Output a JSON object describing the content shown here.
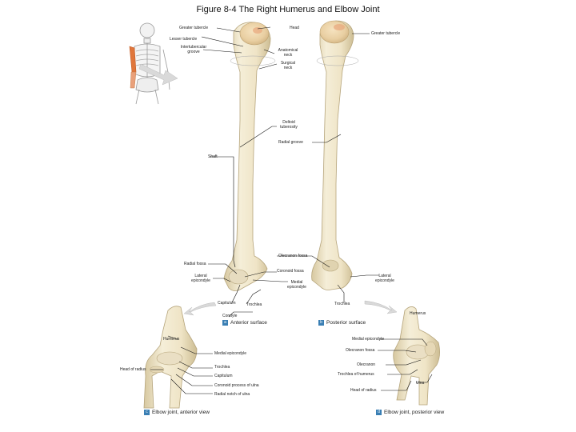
{
  "title": "Figure 8-4  The Right Humerus and Elbow Joint",
  "labels": {
    "greater_tubercle_left": "Greater tubercle",
    "head": "Head",
    "greater_tubercle_right": "Greater tubercle",
    "lesser_tubercle": "Lesser tubercle",
    "intertubercular_groove": "Intertubercular\ngroove",
    "anatomical_neck": "Anatomical\nneck",
    "surgical_neck": "Surgical\nneck",
    "deltoid_tuberosity": "Deltoid\ntuberosity",
    "radial_groove": "Radial groove",
    "shaft": "Shaft",
    "olecranon_fossa": "Olecranon fossa",
    "radial_fossa": "Radial fossa",
    "coronoid_fossa": "Coronoid fossa",
    "lateral_epicondyle_left": "Lateral\nepicondyle",
    "lateral_epicondyle_right": "Lateral\nepicondyle",
    "medial_epicondyle_mid": "Medial\nepicondyle",
    "capitulum": "Capitulum",
    "trochlea_left": "Trochlea",
    "trochlea_right": "Trochlea",
    "condyle": "Condyle",
    "humerus_left": "Humerus",
    "humerus_right": "Humerus",
    "medial_epicondyle_bl": "Medial epicondyle",
    "trochlea_bl": "Trochlea",
    "head_of_radius_bl": "Head of radius",
    "capitulum_bl": "Capitulum",
    "coronoid_process": "Coronoid process of ulna",
    "radial_notch": "Radial notch of ulna",
    "medial_epicondyle_br": "Medial epicondyle",
    "olecranon_fossa_br": "Olecranon fossa",
    "olecranon": "Olecranon",
    "trochlea_of_humerus": "Trochlea of humerus",
    "ulna": "Ulna",
    "head_of_radius_br": "Head of radius"
  },
  "captions": {
    "a_letter": "a",
    "a_text": "Anterior surface",
    "b_letter": "b",
    "b_text": "Posterior surface",
    "c_letter": "c",
    "c_text": "Elbow joint, anterior view",
    "d_letter": "d",
    "d_text": "Elbow joint, posterior view"
  },
  "colors": {
    "bone": "#efe6cc",
    "bone_shade": "#d8c9a2",
    "bone_head": "#ecd2a6",
    "bone_highlight": "#e6a77d",
    "leader": "#111111",
    "badge": "#3a7fb4",
    "arrow": "#d9d9d9"
  }
}
